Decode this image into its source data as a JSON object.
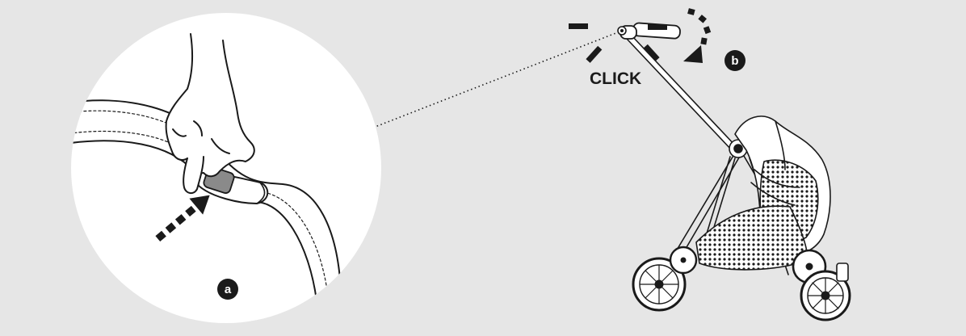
{
  "instruction": {
    "step_a_label": "a",
    "step_b_label": "b",
    "click_text": "CLICK"
  },
  "colors": {
    "background": "#e6e6e6",
    "circle_fill": "#ffffff",
    "ink": "#1a1a1a",
    "badge_fill": "#1a1a1a",
    "badge_text": "#ffffff",
    "release_button": "#8a8a8a"
  },
  "icons": [
    "press-arrow-icon",
    "motion-arrow-icon",
    "click-burst-icon"
  ]
}
